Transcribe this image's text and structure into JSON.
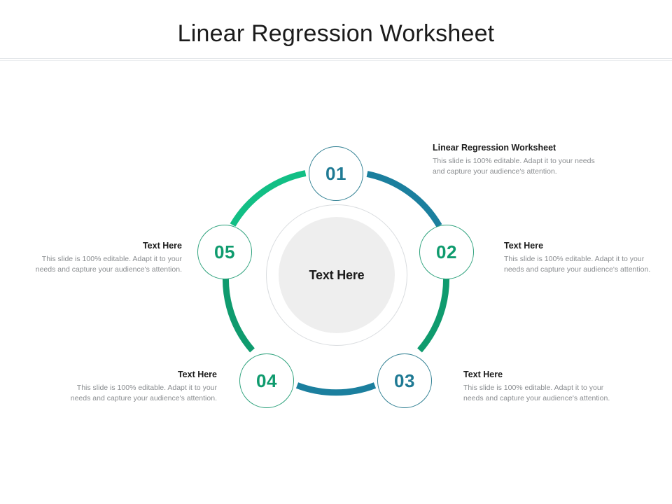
{
  "header": {
    "title": "Linear Regression Worksheet"
  },
  "diagram": {
    "center": {
      "label": "Text Here"
    },
    "nodes": [
      {
        "id": "01",
        "number": "01",
        "color": "#1f7a94"
      },
      {
        "id": "02",
        "number": "02",
        "color": "#0f9b6e"
      },
      {
        "id": "03",
        "number": "03",
        "color": "#1f7a94"
      },
      {
        "id": "04",
        "number": "04",
        "color": "#0f9b6e"
      },
      {
        "id": "05",
        "number": "05",
        "color": "#0f9b6e"
      }
    ],
    "arcs": [
      {
        "from": "05",
        "to": "01",
        "color": "#12bf85"
      },
      {
        "from": "01",
        "to": "02",
        "color": "#1b7f9e"
      },
      {
        "from": "02",
        "to": "03",
        "color": "#0f9b6e"
      },
      {
        "from": "03",
        "to": "04",
        "color": "#1b7f9e"
      },
      {
        "from": "04",
        "to": "05",
        "color": "#0f9b6e"
      }
    ]
  },
  "blocks": [
    {
      "key": "block-1",
      "title": "Linear Regression Worksheet",
      "body": "This slide is 100% editable. Adapt it to your needs and capture your audience's attention.",
      "align": "left"
    },
    {
      "key": "block-2",
      "title": "Text Here",
      "body": "This slide is 100% editable. Adapt it to your needs and capture your audience's attention.",
      "align": "left"
    },
    {
      "key": "block-3",
      "title": "Text Here",
      "body": "This slide is 100% editable. Adapt it to your needs and capture your audience's attention.",
      "align": "left"
    },
    {
      "key": "block-4",
      "title": "Text Here",
      "body": "This slide is 100% editable. Adapt it to your needs and capture your audience's attention.",
      "align": "right"
    },
    {
      "key": "block-5",
      "title": "Text Here",
      "body": "This slide is 100% editable. Adapt it to your needs and capture your audience's attention.",
      "align": "right"
    }
  ],
  "colors": {
    "green_bright": "#12bf85",
    "green_deep": "#0f9b6e",
    "blue_steel": "#1b7f9e",
    "title_text": "#1b1b1b",
    "body_text": "#8a8d90",
    "center_fill": "#eeeeee",
    "ring_stroke": "#d9dcdf",
    "divider": "#e2e5e8",
    "background": "#ffffff"
  }
}
